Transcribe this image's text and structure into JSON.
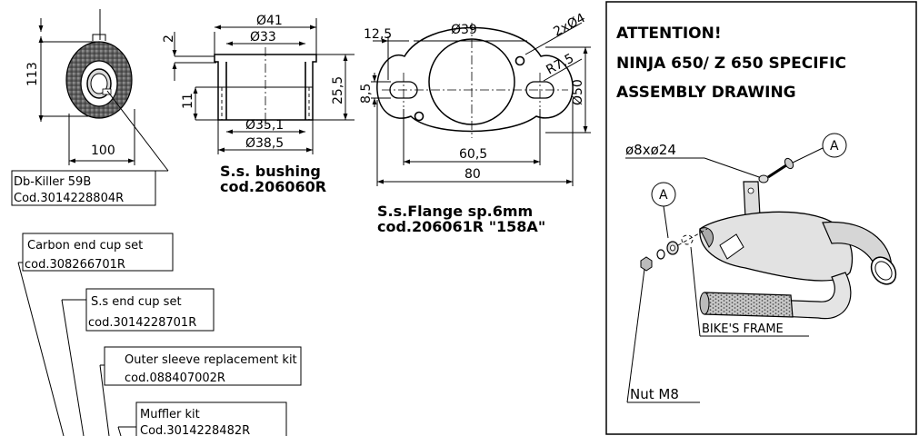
{
  "part_labels": {
    "dbkiller_name": "Db-Killer 59B",
    "dbkiller_code": "Cod.3014228804R",
    "carbon_name": "Carbon end cup set",
    "carbon_code": "cod.308266701R",
    "ss_endcup_name": "S.s end cup set",
    "ss_endcup_code": "cod.3014228701R",
    "sleeve_name": "Outer sleeve replacement kit",
    "sleeve_code": "cod.088407002R",
    "muffler_name": "Muffler kit",
    "muffler_code": "Cod.3014228482R"
  },
  "dbkiller_dims": {
    "height": "113",
    "width": "100"
  },
  "bushing": {
    "d_top": "Ø41",
    "d_top2": "Ø33",
    "d_mid": "Ø35,1",
    "d_bottom": "Ø38,5",
    "h_top": "2",
    "h_inner": "11",
    "h_total": "25,5",
    "title": "S.s. bushing",
    "code": "cod.206060R"
  },
  "flange": {
    "d_bore": "Ø39",
    "offset": "12,5",
    "holes": "2xØ4",
    "radius": "R7,5",
    "slot_h": "8,5",
    "height": "Ø50",
    "slot_span": "60,5",
    "width": "80",
    "title": "S.s.Flange  sp.6mm",
    "code": "cod.206061R  \"158A\""
  },
  "attention": {
    "line1": "ATTENTION!",
    "line2": "NINJA 650/ Z 650 SPECIFIC",
    "line3": "ASSEMBLY DRAWING",
    "washer": "ø8xø24",
    "marker_a": "A",
    "frame": "BIKE'S FRAME",
    "nut": "Nut M8"
  }
}
